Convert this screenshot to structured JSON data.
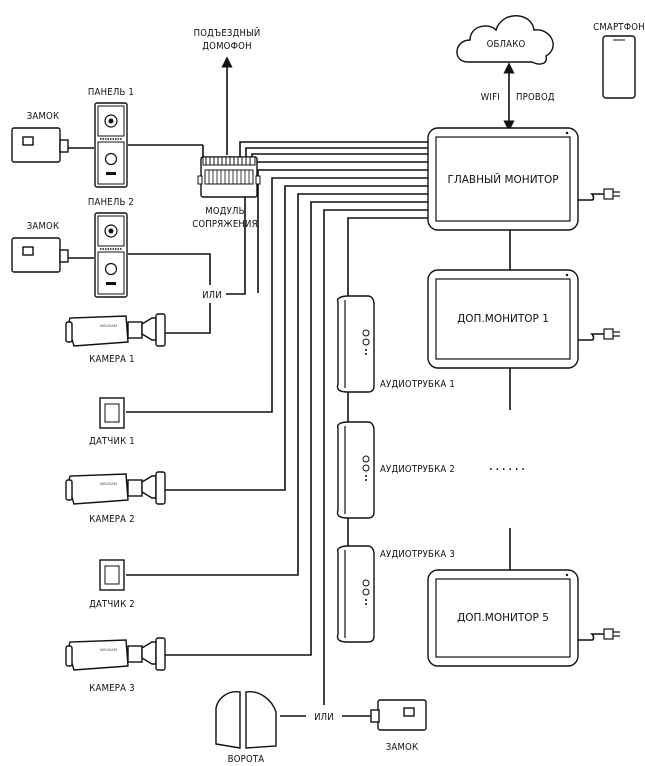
{
  "labels": {
    "smartphone": "СМАРТФОН",
    "cloud": "ОБЛАКО",
    "wifi": "WIFI",
    "provod": "ПРОВОД",
    "intercom_1": "ПОДЪЕЗДНЫЙ",
    "intercom_2": "ДОМОФОН",
    "lock_1": "ЗАМОК",
    "lock_2": "ЗАМОК",
    "lock_3": "ЗАМОК",
    "panel_1": "ПАНЕЛЬ 1",
    "panel_2": "ПАНЕЛЬ 2",
    "module_1": "МОДУЛЬ",
    "module_2": "СОПРЯЖЕНИЯ",
    "or_1": "ИЛИ",
    "or_2": "ИЛИ",
    "camera_1": "КАМЕРА 1",
    "camera_2": "КАМЕРА 2",
    "camera_3": "КАМЕРА 3",
    "sensor_1": "ДАТЧИК 1",
    "sensor_2": "ДАТЧИК 2",
    "gate": "ВОРОТА",
    "main_monitor": "ГЛАВНЫЙ МОНИТОР",
    "add_monitor_1": "ДОП.МОНИТОР 1",
    "add_monitor_5": "ДОП.МОНИТОР 5",
    "handset_1": "АУДИОТРУБКА 1",
    "handset_2": "АУДИОТРУБКА 2",
    "handset_3": "АУДИОТРУБКА 3",
    "dots": "......"
  },
  "icons": {
    "smartphone": "smartphone-icon",
    "cloud": "cloud-icon",
    "lock": "lock-icon",
    "panel": "door-panel-icon",
    "module": "interface-module-icon",
    "camera": "bullet-camera-icon",
    "sensor": "sensor-icon",
    "gate": "gate-icon",
    "monitor": "monitor-icon",
    "handset": "audio-handset-icon",
    "power": "power-plug-icon"
  }
}
